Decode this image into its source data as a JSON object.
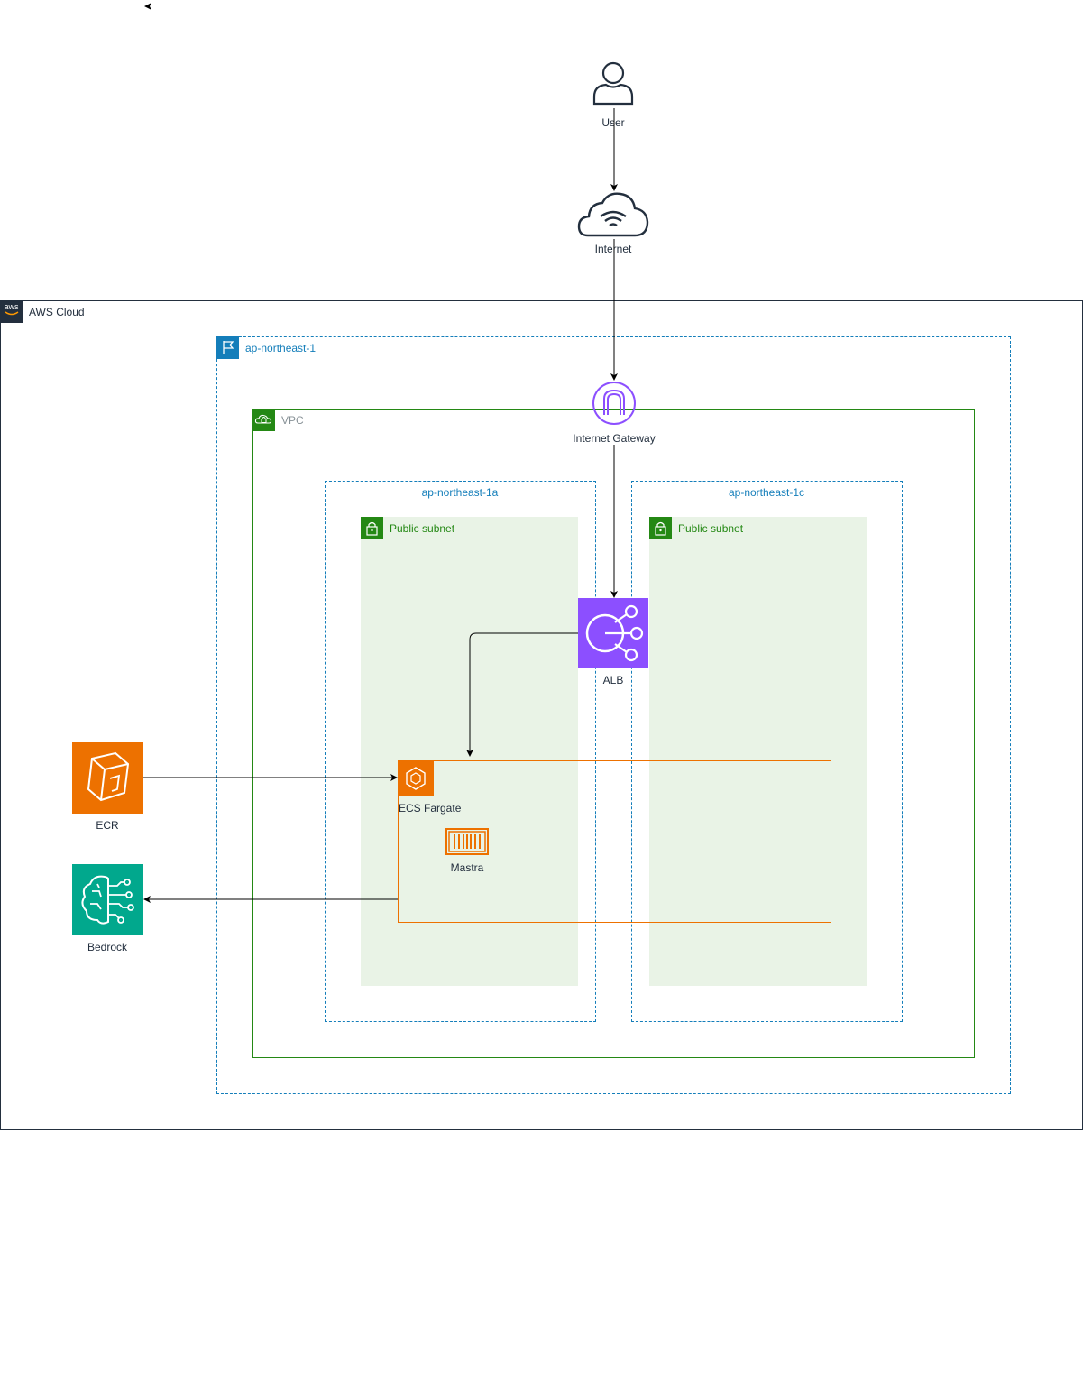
{
  "diagram": {
    "user": {
      "label": "User"
    },
    "internet": {
      "label": "Internet"
    },
    "aws_cloud": {
      "label": "AWS Cloud",
      "logo_text": "aws",
      "icon": "aws-logo-icon"
    },
    "region": {
      "label": "ap-northeast-1",
      "icon": "region-flag-icon"
    },
    "vpc": {
      "label": "VPC",
      "icon": "vpc-cloud-lock-icon"
    },
    "igw": {
      "label": "Internet Gateway",
      "icon": "internet-gateway-icon"
    },
    "az_a": {
      "label": "ap-northeast-1a"
    },
    "az_c": {
      "label": "ap-northeast-1c"
    },
    "subnet_a": {
      "label": "Public subnet",
      "icon": "subnet-lock-icon"
    },
    "subnet_c": {
      "label": "Public subnet",
      "icon": "subnet-lock-icon"
    },
    "alb": {
      "label": "ALB",
      "icon": "load-balancer-icon"
    },
    "ecs": {
      "label": "ECS Fargate",
      "icon": "ecs-fargate-icon"
    },
    "mastra": {
      "label": "Mastra",
      "icon": "container-icon"
    },
    "ecr": {
      "label": "ECR",
      "icon": "ecr-icon"
    },
    "bedrock": {
      "label": "Bedrock",
      "icon": "bedrock-icon"
    }
  },
  "colors": {
    "region_blue": "#147eba",
    "vpc_green": "#248814",
    "subnet_fill": "#e9f3e6",
    "ecs_orange": "#ed7100",
    "alb_purple": "#8c4fff",
    "bedrock_teal": "#01a88d",
    "aws_dark": "#232f3e"
  }
}
